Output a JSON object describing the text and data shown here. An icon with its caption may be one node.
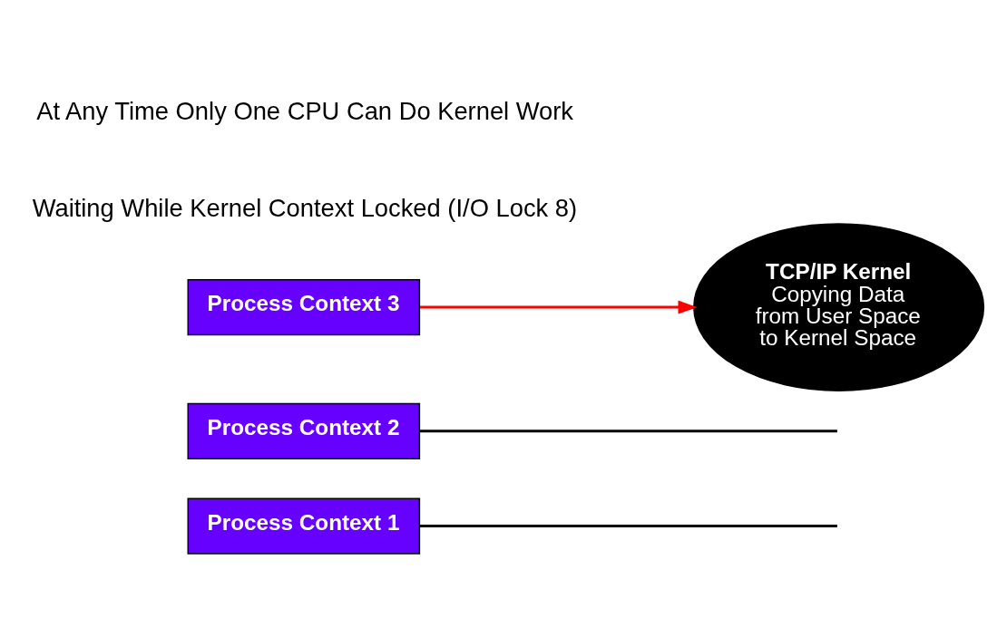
{
  "diagram": {
    "nodes": [
      {
        "text": [
          "Process Context 1"
        ]
      },
      {
        "text": [
          "Process Context 2"
        ]
      },
      {
        "text": [
          "Process Context 3"
        ]
      },
      {
        "text": [
          "TCP/IP Kernel",
          "Copying Data from User Space to Kernel Space"
        ]
      }
    ],
    "edges": [
      {
        "from": 0,
        "to": null,
        "arrow": "none"
      },
      {
        "from": 1,
        "to": null,
        "arrow": "none"
      },
      {
        "from": 2,
        "to": 3,
        "arrow": "to",
        "color": "#ff0000"
      }
    ],
    "labels": [
      "Waiting While Kernel Context Locked (I/O Lock 8)",
      "At Any Time Only One CPU Can Do Kernel Work"
    ]
  }
}
